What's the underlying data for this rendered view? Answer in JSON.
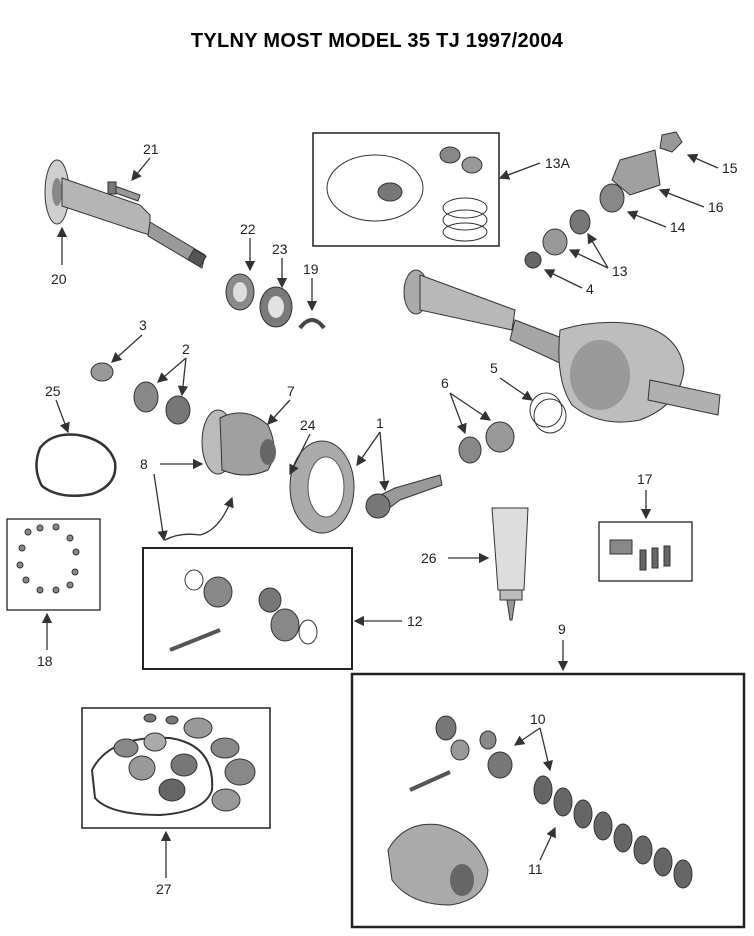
{
  "title": "TYLNY MOST MODEL 35 TJ 1997/2004",
  "colors": {
    "line": "#333333",
    "part_dark": "#6e6e6e",
    "part_mid": "#a8a8a8",
    "part_light": "#d9d9d9",
    "background": "#ffffff"
  },
  "callouts": {
    "c1": "1",
    "c2": "2",
    "c3": "3",
    "c4": "4",
    "c5": "5",
    "c6": "6",
    "c7": "7",
    "c8": "8",
    "c9": "9",
    "c10": "10",
    "c11": "11",
    "c12": "12",
    "c13": "13",
    "c13a": "13A",
    "c14": "14",
    "c15": "15",
    "c16": "16",
    "c17": "17",
    "c18": "18",
    "c19": "19",
    "c20": "20",
    "c21": "21",
    "c22": "22",
    "c23": "23",
    "c24": "24",
    "c25": "25",
    "c26": "26",
    "c27": "27"
  }
}
